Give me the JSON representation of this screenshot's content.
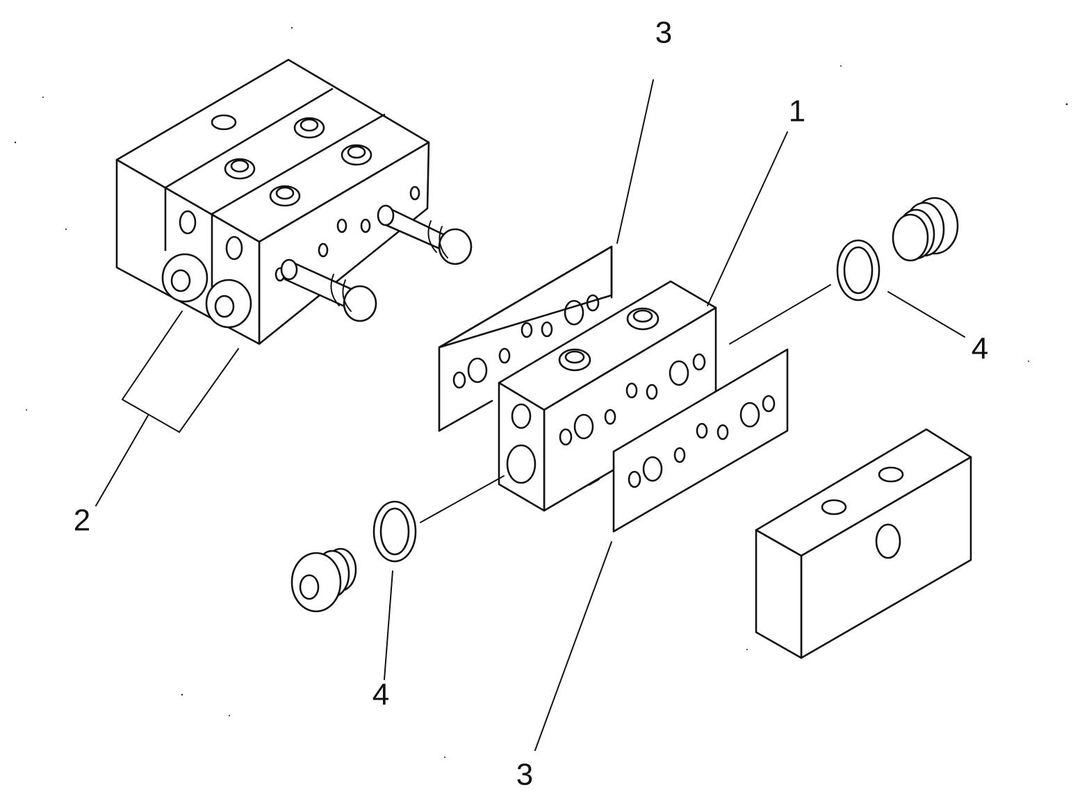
{
  "callouts": [
    {
      "id": "callout-3-top",
      "text": "3"
    },
    {
      "id": "callout-1",
      "text": "1"
    },
    {
      "id": "callout-4-right",
      "text": "4"
    },
    {
      "id": "callout-2",
      "text": "2"
    },
    {
      "id": "callout-4-bottom",
      "text": "4"
    },
    {
      "id": "callout-3-bottom",
      "text": "3"
    }
  ]
}
